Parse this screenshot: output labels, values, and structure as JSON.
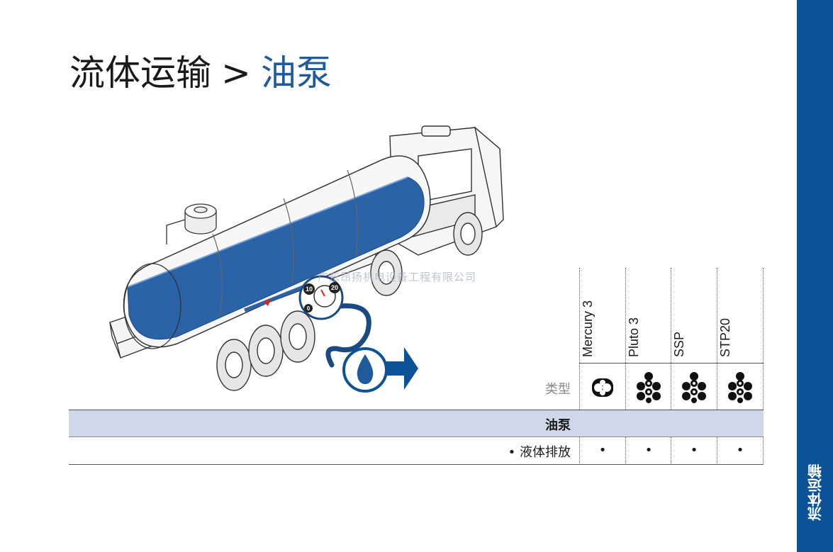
{
  "title": {
    "main": "流体运输",
    "separator": ">",
    "sub": "油泵"
  },
  "sidebar": {
    "label": "流体运输"
  },
  "watermark": "广东昂扬机电设备工程有限公司",
  "gauge": {
    "marks": [
      "0",
      "10",
      "20"
    ]
  },
  "table": {
    "type_label": "类型",
    "columns": [
      {
        "name": "Mercury 3",
        "icon": "lobe-rotor-icon"
      },
      {
        "name": "Pluto 3",
        "icon": "tri-lobe-rotor-icon"
      },
      {
        "name": "SSP",
        "icon": "tri-lobe-rotor-icon"
      },
      {
        "name": "STP20",
        "icon": "tri-lobe-rotor-icon"
      }
    ],
    "section": "油泵",
    "rows": [
      {
        "label": "• 液体排放",
        "marks": [
          "•",
          "•",
          "•",
          "•"
        ]
      }
    ]
  },
  "colors": {
    "accent": "#0c5297",
    "title_sub": "#1e5a9c",
    "band": "#cfd7ea",
    "liquid": "#2a63a8"
  }
}
